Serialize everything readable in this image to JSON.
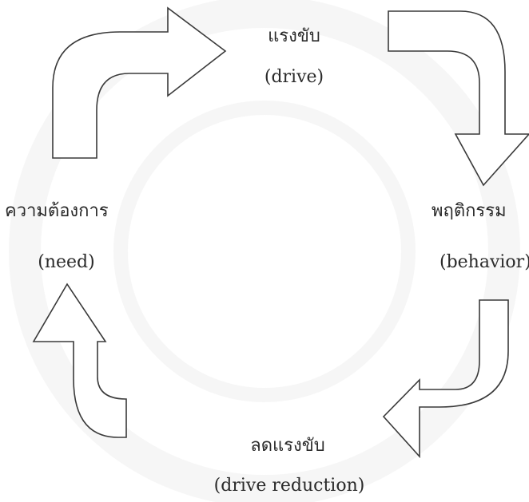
{
  "nodes": {
    "drive": {
      "thai": "แรงขับ",
      "english": "(drive)"
    },
    "behavior": {
      "thai": "พฤติกรรม",
      "english": "(behavior)"
    },
    "drive_reduction": {
      "thai": "ลดแรงขับ",
      "english": "(drive reduction)"
    },
    "need": {
      "thai": "ความต้องการ",
      "english": "(need)"
    }
  },
  "colors": {
    "stroke": "#3a3a3a",
    "fill": "#ffffff",
    "watermark": "#9a9a9a"
  },
  "icons": [
    "curved-arrow-icon"
  ]
}
